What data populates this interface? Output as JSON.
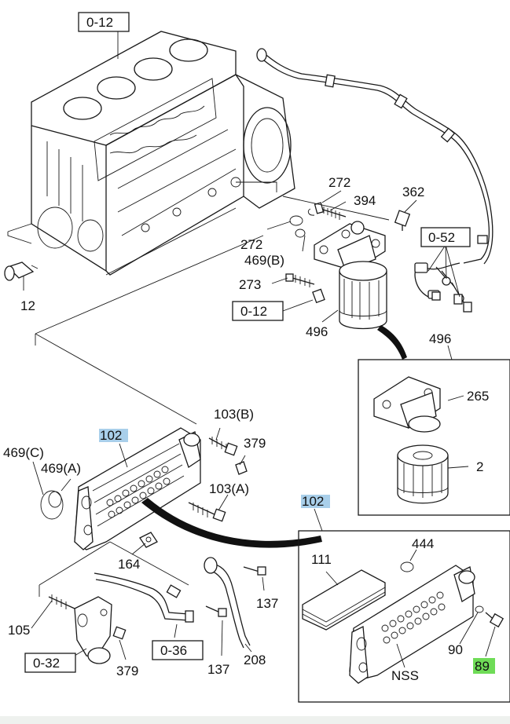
{
  "labels": {
    "ref_block_top": "0-12",
    "ref_block_left": "0-12",
    "ref_bracket": "0-52",
    "ref_bottom_left": "0-32",
    "ref_bottom_mid": "0-36",
    "p272a": "272",
    "p394": "394",
    "p362": "362",
    "p272b": "272",
    "p469b": "469(B)",
    "p273": "273",
    "p496a": "496",
    "p12": "12",
    "p496b": "496",
    "p265": "265",
    "p2": "2",
    "p102a": "102",
    "p103b": "103(B)",
    "p379a": "379",
    "p469c": "469(C)",
    "p469a": "469(A)",
    "p103a": "103(A)",
    "p164": "164",
    "p102b": "102",
    "p444": "444",
    "p111": "111",
    "p137a": "137",
    "p105": "105",
    "p137b": "137",
    "p208": "208",
    "p379b": "379",
    "p90": "90",
    "p89": "89",
    "pnss": "NSS"
  },
  "colors": {
    "highlight_blue": "#a9cfea",
    "highlight_green": "#6fdc57",
    "line": "#1a1a1a"
  }
}
